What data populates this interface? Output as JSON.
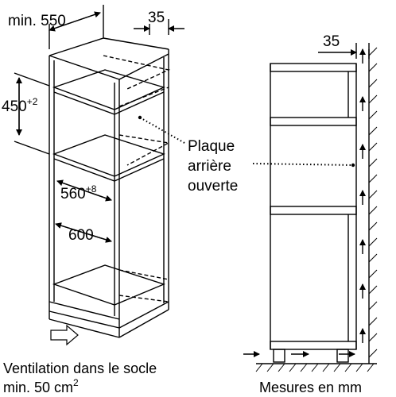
{
  "diagram": {
    "labels": {
      "width_min": "min. 550",
      "depth_top": "35",
      "height_niche": "450",
      "height_tolerance": "+2",
      "inner_width": "560",
      "inner_width_tolerance": "+8",
      "depth_inner": "600",
      "back_panel_line1": "Plaque",
      "back_panel_line2": "arrière",
      "back_panel_line3": "ouverte",
      "side_depth": "35",
      "ventilation_line1": "Ventilation dans le socle",
      "ventilation_line2_prefix": "min. 50 cm",
      "ventilation_line2_exp": "2",
      "units": "Mesures en mm"
    },
    "colors": {
      "line": "#000000",
      "background": "#ffffff",
      "hatch": "#000000"
    }
  }
}
